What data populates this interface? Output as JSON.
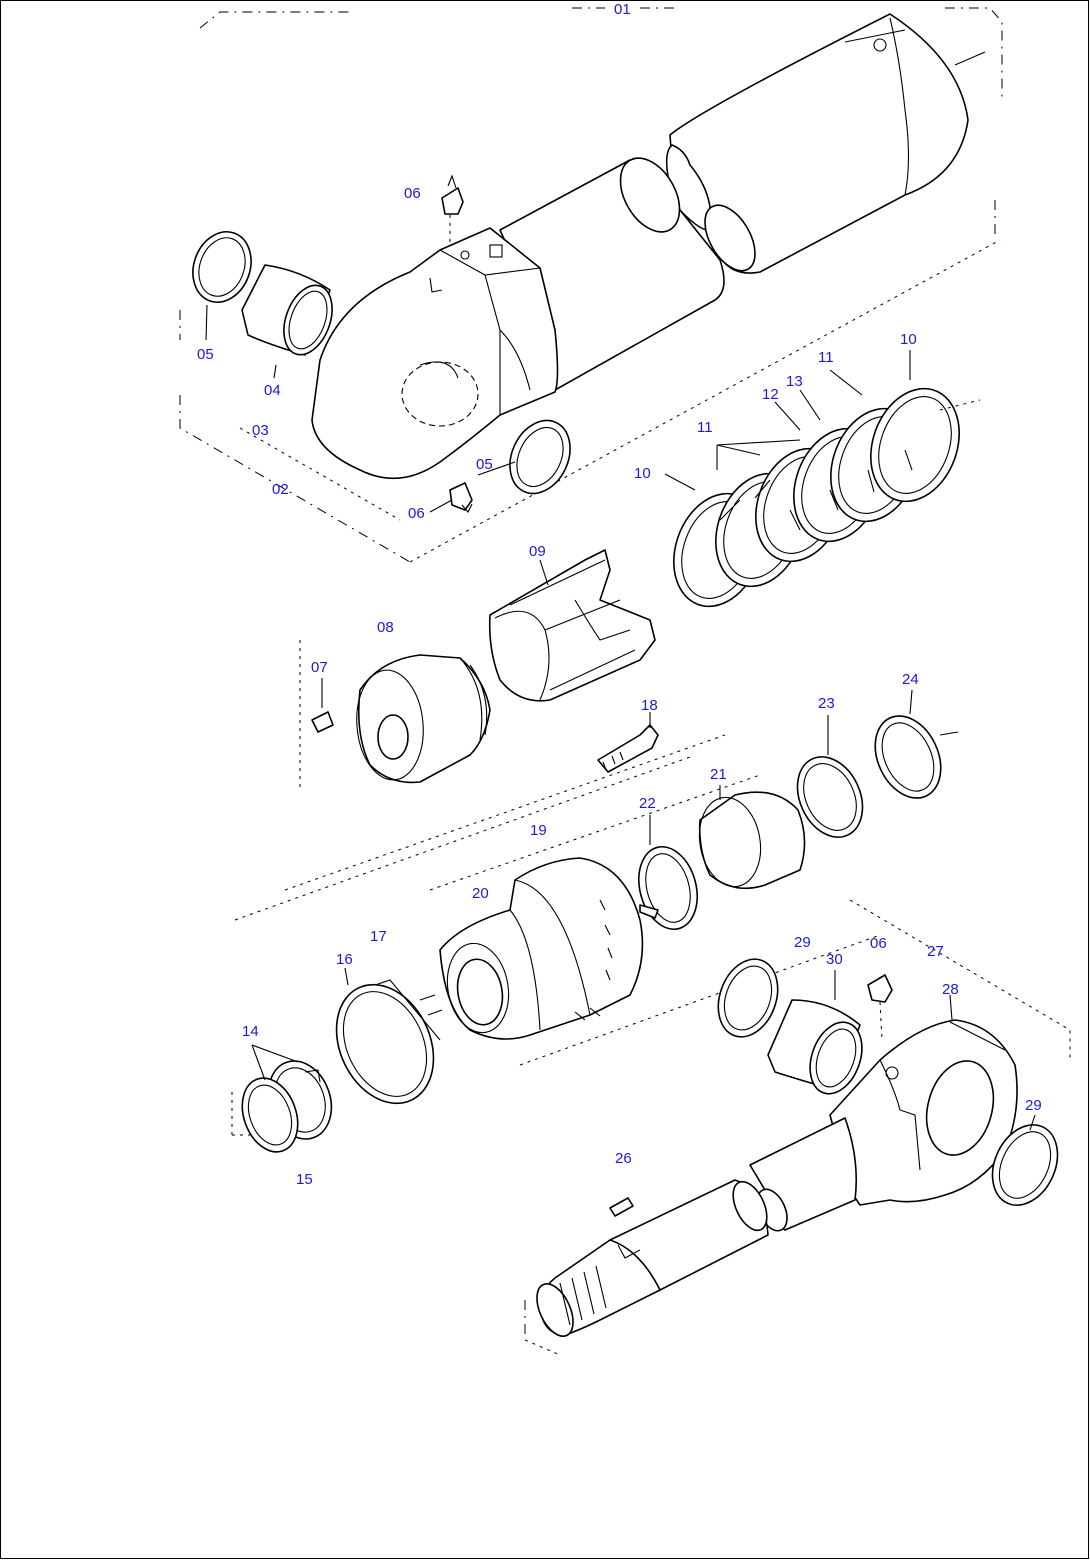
{
  "diagram": {
    "callouts": [
      {
        "id": "c01",
        "text": "01"
      },
      {
        "id": "c02",
        "text": "02"
      },
      {
        "id": "c03",
        "text": "03"
      },
      {
        "id": "c04",
        "text": "04"
      },
      {
        "id": "c05a",
        "text": "05"
      },
      {
        "id": "c05b",
        "text": "05"
      },
      {
        "id": "c06a",
        "text": "06"
      },
      {
        "id": "c06b",
        "text": "06"
      },
      {
        "id": "c06c",
        "text": "06"
      },
      {
        "id": "c07",
        "text": "07"
      },
      {
        "id": "c08",
        "text": "08"
      },
      {
        "id": "c09",
        "text": "09"
      },
      {
        "id": "c10a",
        "text": "10"
      },
      {
        "id": "c10b",
        "text": "10"
      },
      {
        "id": "c11a",
        "text": "11"
      },
      {
        "id": "c11b",
        "text": "11"
      },
      {
        "id": "c12",
        "text": "12"
      },
      {
        "id": "c13",
        "text": "13"
      },
      {
        "id": "c14",
        "text": "14"
      },
      {
        "id": "c15",
        "text": "15"
      },
      {
        "id": "c16",
        "text": "16"
      },
      {
        "id": "c17",
        "text": "17"
      },
      {
        "id": "c18",
        "text": "18"
      },
      {
        "id": "c19",
        "text": "19"
      },
      {
        "id": "c20",
        "text": "20"
      },
      {
        "id": "c21",
        "text": "21"
      },
      {
        "id": "c22",
        "text": "22"
      },
      {
        "id": "c23",
        "text": "23"
      },
      {
        "id": "c24",
        "text": "24"
      },
      {
        "id": "c26",
        "text": "26"
      },
      {
        "id": "c27",
        "text": "27"
      },
      {
        "id": "c28",
        "text": "28"
      },
      {
        "id": "c29a",
        "text": "29"
      },
      {
        "id": "c29b",
        "text": "29"
      },
      {
        "id": "c30",
        "text": "30"
      }
    ],
    "colors": {
      "callout": "#1a1adb",
      "line": "#000000",
      "background": "#ffffff"
    }
  }
}
